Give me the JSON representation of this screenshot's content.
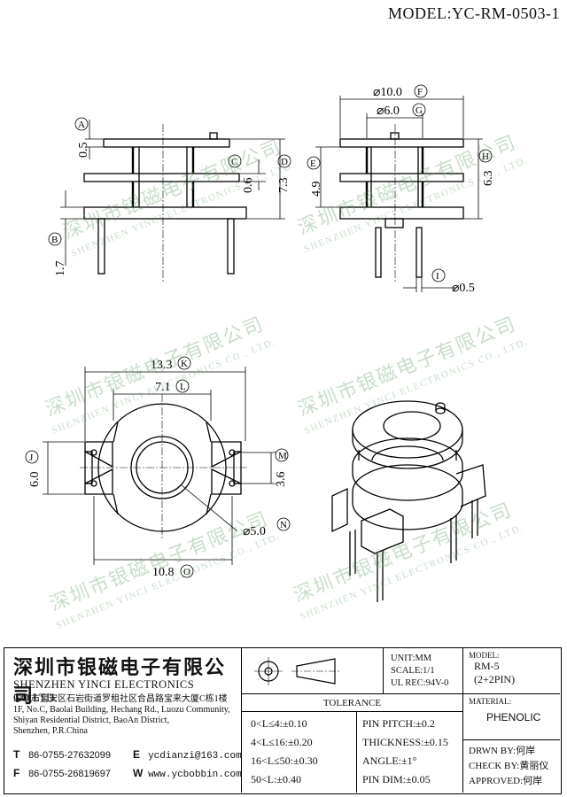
{
  "model": "MODEL:YC-RM-0503-1",
  "dimensions": {
    "A": {
      "value": "0.5",
      "letter": "A"
    },
    "B": {
      "value": "1.7",
      "letter": "B"
    },
    "C": {
      "value": "0.6",
      "letter": "C"
    },
    "D": {
      "value": "7.3",
      "letter": "D"
    },
    "E": {
      "value": "4.9",
      "letter": "E"
    },
    "F": {
      "value": "⌀10.0",
      "letter": "F"
    },
    "G": {
      "value": "⌀6.0",
      "letter": "G"
    },
    "H": {
      "value": "6.3",
      "letter": "H"
    },
    "I": {
      "value": "⌀0.5",
      "letter": "I"
    },
    "J": {
      "value": "6.0",
      "letter": "J"
    },
    "K": {
      "value": "13.3",
      "letter": "K"
    },
    "L": {
      "value": "7.1",
      "letter": "L"
    },
    "M": {
      "value": "3.6",
      "letter": "M"
    },
    "N": {
      "value": "⌀5.0",
      "letter": "N"
    },
    "O": {
      "value": "10.8",
      "letter": "O"
    }
  },
  "watermark": {
    "cn": "深圳市银磁电子有限公司",
    "en": "SHENZHEN YINCI ELECTRONICS CO., LTD."
  },
  "title_block": {
    "company_cn": "深圳市银磁电子有限公司",
    "company_en": "SHENZHEN YINCI ELECTRONICS CO,LTD.",
    "address": [
      "深圳市宝安区石岩街道罗租社区合昌路宝来大厦C栋1楼",
      "1F, No.C, Baolai Building, Hechang Rd., Luozu Community,",
      "Shiyan Residential District, BaoAn District,",
      "Shenzhen, P.R.China"
    ],
    "tel_label": "T",
    "tel": "86-0755-27632099",
    "fax_label": "F",
    "fax": "86-0755-26819697",
    "email_label": "E",
    "email": "ycdianzi@163.com",
    "web_label": "W",
    "web": "www.ycbobbin.com",
    "unit": "UNIT:MM",
    "scale": "SCALE:1/1",
    "ul": "UL REC:94V-0",
    "model_label": "MODEL:",
    "model_value": "RM-5",
    "model_pins": "(2+2PIN)",
    "material_label": "MATERIAL:",
    "material_value": "PHENOLIC",
    "tolerance_title": "TOLERANCE",
    "tolerances": [
      "0<L≤4:±0.10",
      "4<L≤16:±0.20",
      "16<L≤50:±0.30",
      "50<L:±0.40"
    ],
    "pin_specs": [
      "PIN PITCH:±0.2",
      "THICKNESS:±0.15",
      "ANGLE:±1°",
      "PIN DIM:±0.05"
    ],
    "drawn_by": "DRWN BY:何岸",
    "check_by": "CHECK BY:黄丽仪",
    "approved": "APPROVED:何岸"
  }
}
